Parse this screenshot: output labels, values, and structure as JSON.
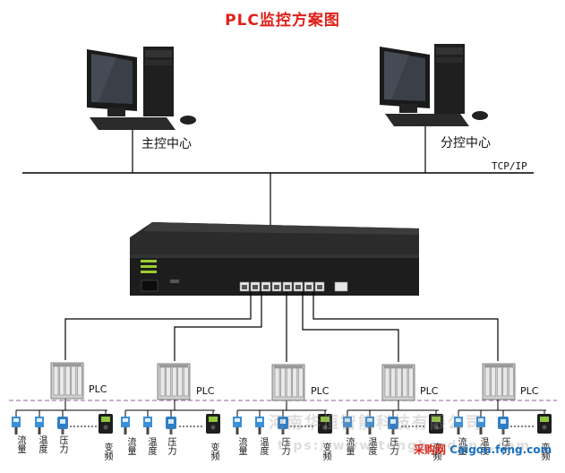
{
  "title": "PLC监控方案图",
  "computers": [
    {
      "label": "主控中心"
    },
    {
      "label": "分控中心"
    }
  ],
  "network": {
    "label": "TCP/IP"
  },
  "plc_label": "PLC",
  "device_labels": [
    "流量",
    "温度",
    "压力",
    "变频"
  ],
  "watermark": {
    "text": "河南华恒智能科技有限公司",
    "url_text": "ttps://www.tenghordong.com",
    "logo": "采购网",
    "logo_url": "Caigou.feng.com"
  },
  "colors": {
    "title": "#e0201a",
    "wire": "#000000",
    "dashed": "#b07ab8"
  }
}
